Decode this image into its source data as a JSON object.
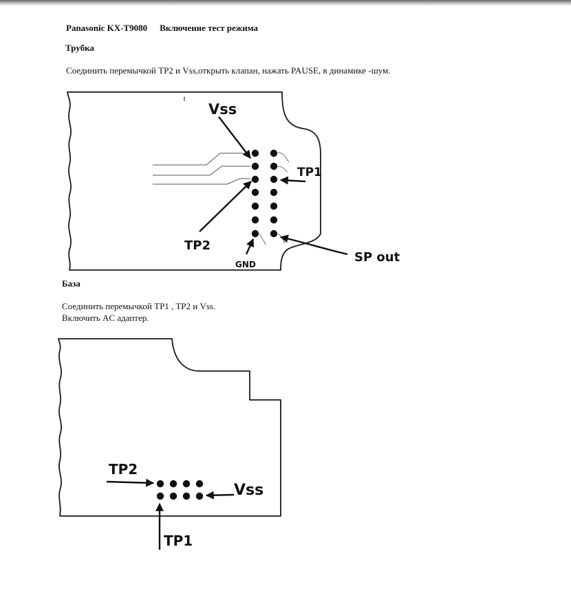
{
  "header": {
    "model": "Panasonic KX-T9080",
    "mode": "Включение  тест  режима"
  },
  "handset": {
    "heading": "Трубка",
    "instruction": "Соединить перемычкой   TP2 и Vss,открыть клапан, нажать PAUSE, в динамике -шум.",
    "labels": {
      "vss": "Vss",
      "tp1": "TP1",
      "tp2": "TP2",
      "gnd": "GND",
      "spout": "SP out"
    }
  },
  "base": {
    "heading": "База",
    "instruction_1": "Соединить перемычкой TP1 ,  TP2  и  Vss.",
    "instruction_2": "Включить AC  адаптер.",
    "labels": {
      "tp2": "TP2",
      "vss": "Vss",
      "tp1": "TP1"
    }
  }
}
